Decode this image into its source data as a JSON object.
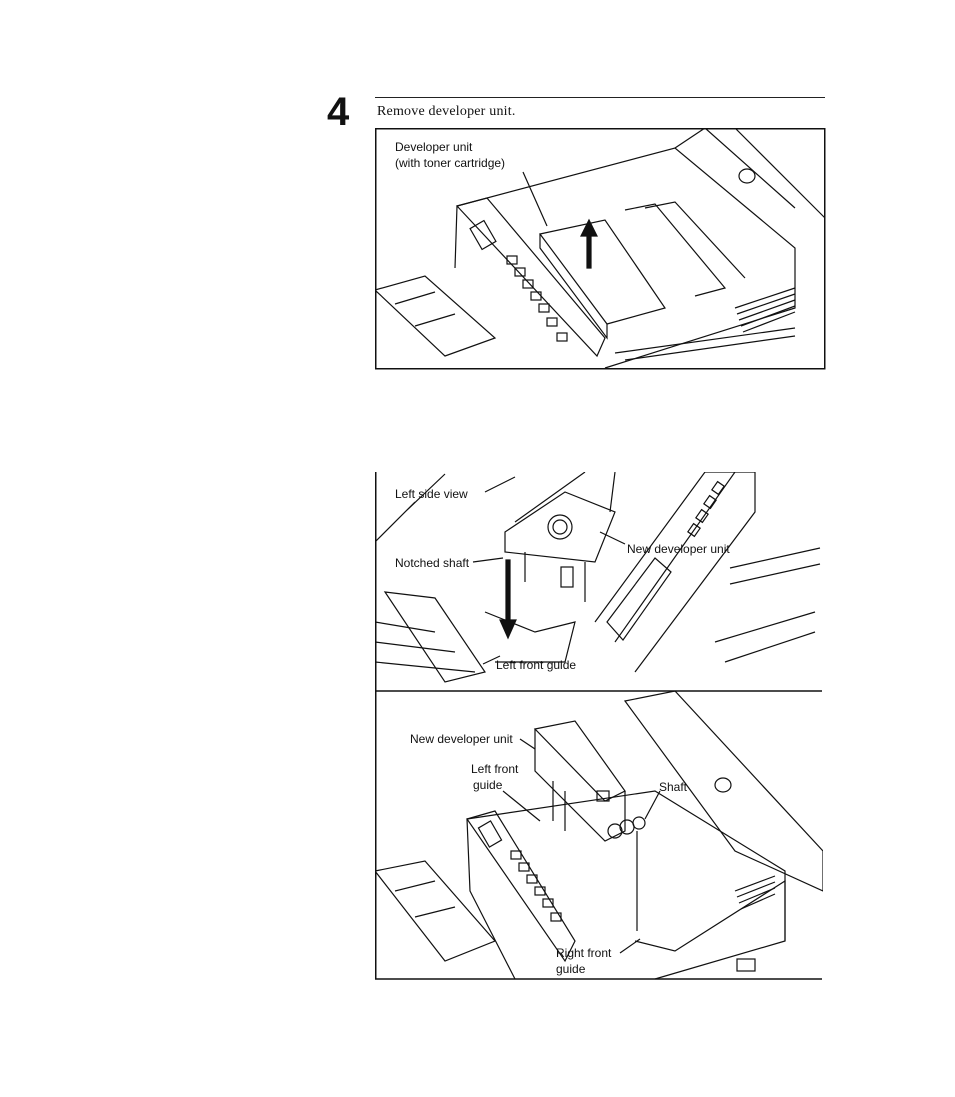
{
  "step": {
    "number": "4",
    "instruction": "Remove developer unit."
  },
  "figure_top": {
    "labels": {
      "developer_unit_line1": "Developer unit",
      "developer_unit_line2": "(with toner cartridge)"
    }
  },
  "figure_left_view": {
    "labels": {
      "view": "Left side view",
      "notched_shaft": "Notched shaft",
      "new_developer_unit": "New developer unit",
      "left_front_guide": "Left front guide"
    }
  },
  "figure_install": {
    "labels": {
      "new_developer_unit": "New developer unit",
      "left_front_line1": "Left front",
      "left_front_line2": "guide",
      "shaft": "Shaft",
      "right_front_line1": "Right front",
      "right_front_line2": "guide"
    }
  }
}
